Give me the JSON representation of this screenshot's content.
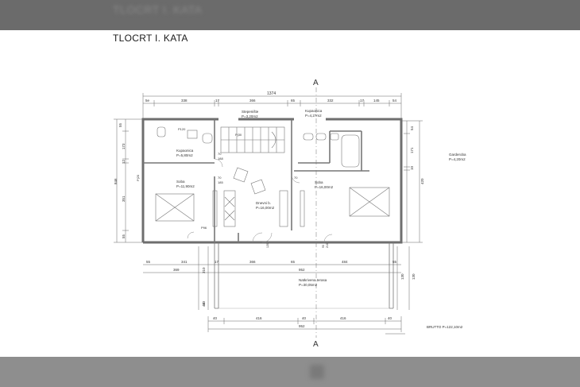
{
  "header": {
    "ghost_title": "TLOCRT I. KATA",
    "title": "TLOCRT I. KATA"
  },
  "section_marks": {
    "top": "A",
    "bottom": "A"
  },
  "dimensions_top": {
    "overall": "1374",
    "segments": [
      "5e",
      "338",
      "17",
      "366",
      "65",
      "332",
      "17",
      "145",
      "54"
    ]
  },
  "dimensions_left": {
    "segments": [
      "55",
      "173",
      "12",
      "846",
      "351",
      "55"
    ],
    "extra": [
      "P|20",
      "85",
      "10"
    ]
  },
  "dimensions_right": {
    "segments": [
      "54",
      "171",
      "10",
      "420"
    ]
  },
  "dimensions_mid": {
    "row1": [
      "55",
      "341",
      "17",
      "366",
      "65",
      "484",
      "55"
    ],
    "row2_left": "369",
    "row2_total": "952",
    "row2_marks": [
      "40",
      "310"
    ],
    "right_marks": [
      "130",
      "130"
    ]
  },
  "dimensions_bottom": {
    "row1": [
      "40",
      "416",
      "40",
      "416",
      "40"
    ],
    "total": "952",
    "side": "40"
  },
  "rooms": [
    {
      "name": "Kupaonica",
      "area": "P=5,80m2"
    },
    {
      "name": "Soba",
      "area": "P=11,90m2"
    },
    {
      "name": "Stepenište",
      "area": "P=3,20m2"
    },
    {
      "name": "Kupaonica",
      "area": "P=4,27m2"
    },
    {
      "name": "Dnevni b.",
      "area": "P=16,00m2"
    },
    {
      "name": "Soba",
      "area": "P=16,00m2"
    },
    {
      "name": "Garderoba",
      "area": "P=4,20m2"
    },
    {
      "name": "Natkrivena terasa",
      "area": "P=30,05m2"
    }
  ],
  "openings": {
    "p120": "P120",
    "p_small": "P|30",
    "p96": "P96",
    "d70_left": "70",
    "d188": "188",
    "d70_mid": "70",
    "d185": "185",
    "d70_right": "70",
    "d120": "120",
    "d90": "90",
    "d210": "210"
  },
  "summary": {
    "gross": "BRUTTO P=122,10m2"
  },
  "colors": {
    "wall": "#6e6e6e",
    "line": "#555555",
    "header_bg": "#6b6b6b",
    "footer_bg": "#8e8e8e"
  }
}
